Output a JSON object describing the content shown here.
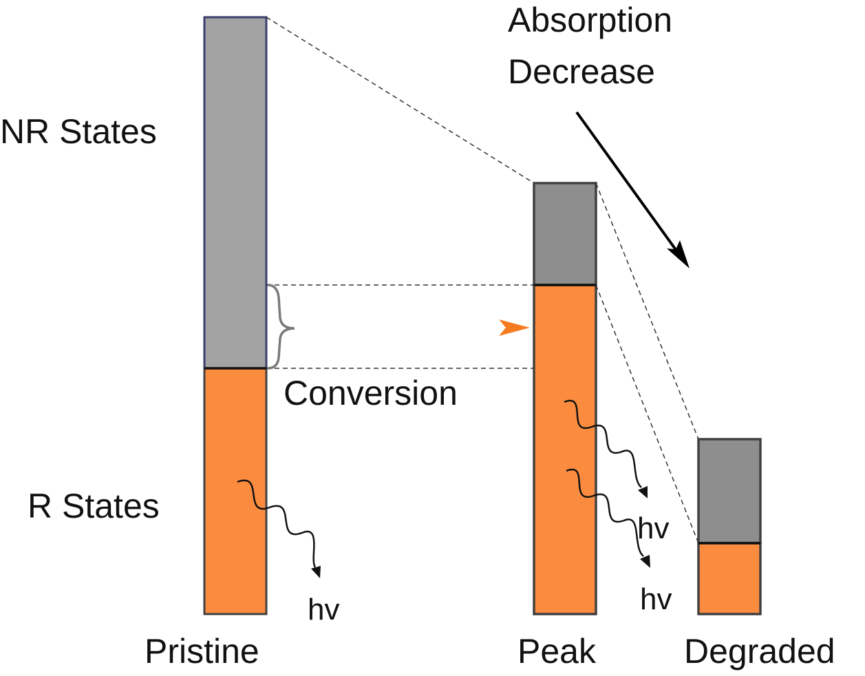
{
  "diagram": {
    "left_labels": {
      "nr_states": "NR States",
      "r_states": "R States"
    },
    "top_label": {
      "line1": "Absorption",
      "line2": "Decrease"
    },
    "conversion_label": "Conversion",
    "photon_label": "hv",
    "bars": [
      {
        "id": "pristine",
        "label": "Pristine",
        "nr_fraction": 0.59,
        "r_fraction": 0.41
      },
      {
        "id": "peak",
        "label": "Peak",
        "nr_fraction": 0.24,
        "r_fraction": 0.76
      },
      {
        "id": "degraded",
        "label": "Degraded",
        "nr_fraction": 0.6,
        "r_fraction": 0.4
      }
    ],
    "colors": {
      "nr_fill_pristine": "#a3a3a3",
      "nr_fill": "#8e8e8e",
      "r_fill": "#fb8c3f",
      "outline": "#404040",
      "pristine_outline": "#3d3d6e",
      "arrow_orange": "#f47b20",
      "arrow_gray": "#7a7a7a"
    }
  }
}
